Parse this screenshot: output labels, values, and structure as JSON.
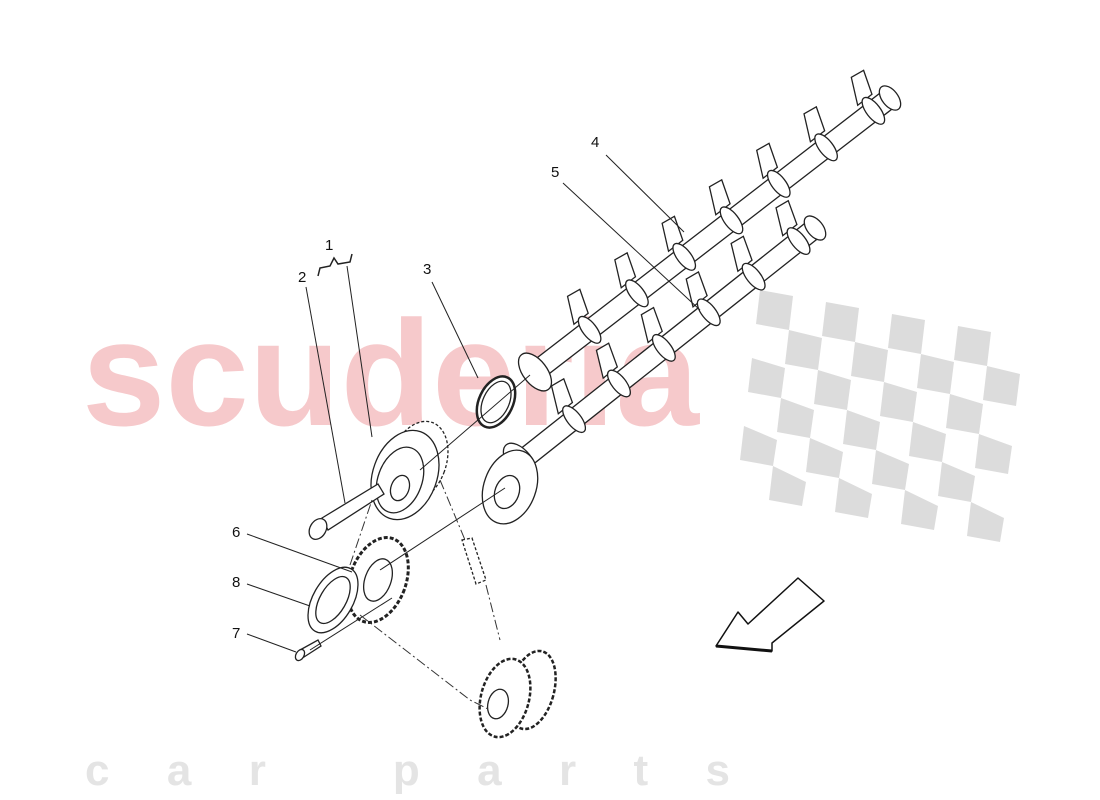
{
  "watermark": {
    "brand": "scuderia",
    "tagline": "car parts",
    "brand_color": "#f6c9cb",
    "tagline_color": "#e4e4e4",
    "flag_color": "#dcdcdc"
  },
  "callouts": [
    {
      "id": "1",
      "label": "1"
    },
    {
      "id": "2",
      "label": "2"
    },
    {
      "id": "3",
      "label": "3"
    },
    {
      "id": "4",
      "label": "4"
    },
    {
      "id": "5",
      "label": "5"
    },
    {
      "id": "6",
      "label": "6"
    },
    {
      "id": "7",
      "label": "7"
    },
    {
      "id": "8",
      "label": "8"
    }
  ],
  "direction_arrow": {
    "icon": "front-direction-arrow-icon"
  }
}
